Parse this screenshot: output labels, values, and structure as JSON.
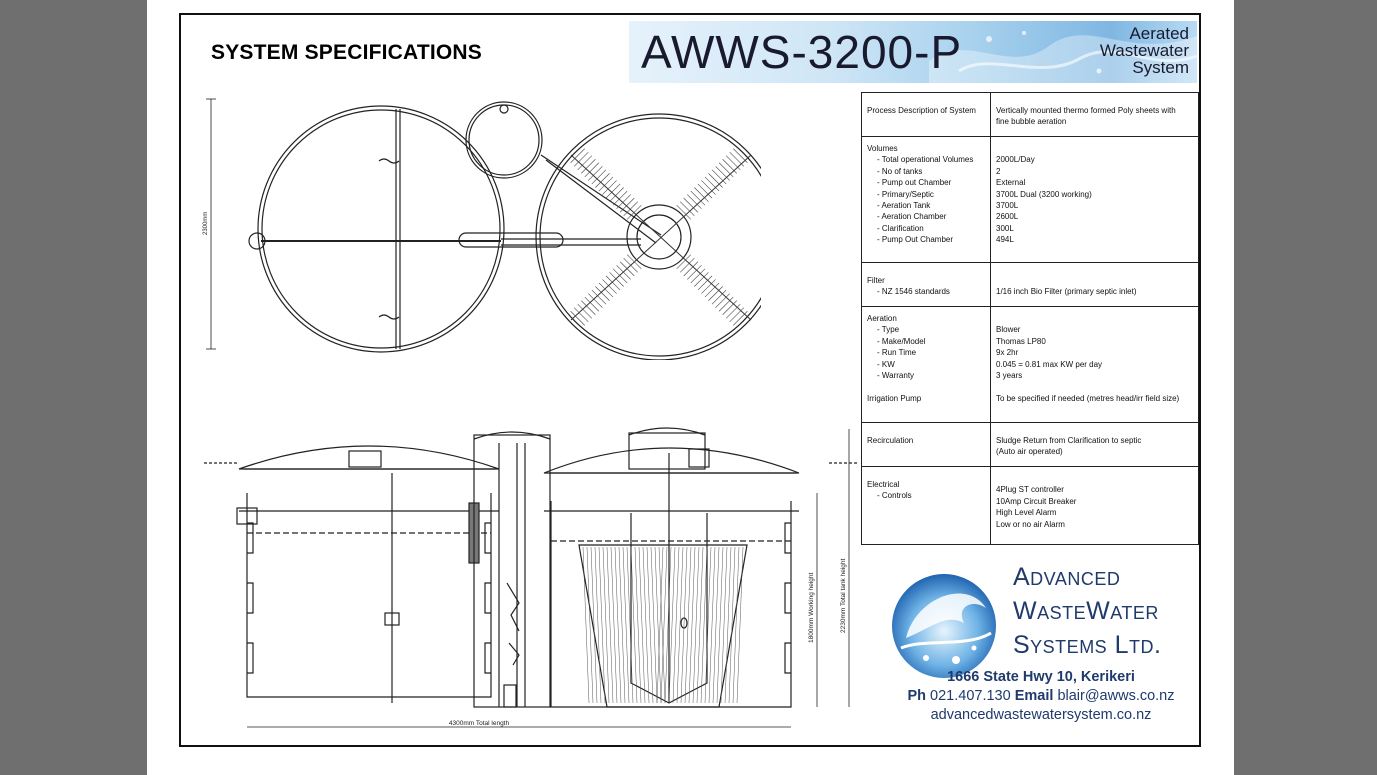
{
  "heading": "SYSTEM SPECIFICATIONS",
  "banner": {
    "model": "AWWS-3200-P",
    "subtitle_lines": [
      "Aerated",
      "Wastewater",
      "System"
    ]
  },
  "drawing": {
    "plan_dimension": "2300mm",
    "total_length": "4300mm Total length",
    "working_height": "1800mm Working height",
    "total_tank_height": "2230mm Total tank height"
  },
  "spec_table": {
    "rows": [
      {
        "label_lines": [
          "Process Description of System"
        ],
        "value_lines": [
          "Vertically mounted thermo formed Poly sheets with",
          "fine bubble aeration"
        ]
      },
      {
        "label_lines": [
          "Volumes",
          "-   Total operational Volumes",
          "-   No of tanks",
          "-   Pump out Chamber",
          "-   Primary/Septic",
          "-   Aeration Tank",
          "-   Aeration Chamber",
          "-   Clarification",
          "-   Pump Out Chamber"
        ],
        "value_lines": [
          "",
          "2000L/Day",
          "2",
          "External",
          "3700L Dual  (3200 working)",
          "3700L",
          "2600L",
          "300L",
          "494L"
        ]
      },
      {
        "label_lines": [
          "Filter",
          "-   NZ 1546 standards"
        ],
        "value_lines": [
          "",
          "1/16 inch Bio Filter (primary septic inlet)"
        ]
      },
      {
        "label_lines": [
          "Aeration",
          "-   Type",
          "-   Make/Model",
          "-   Run Time",
          "-   KW",
          "-   Warranty",
          "",
          "Irrigation Pump"
        ],
        "value_lines": [
          "",
          "Blower",
          "Thomas LP80",
          "9x 2hr",
          "0.045 = 0.81 max KW per day",
          "3 years",
          "",
          "To be specified if needed (metres head/irr field size)"
        ]
      },
      {
        "label_lines": [
          "Recirculation"
        ],
        "value_lines": [
          "Sludge Return from Clarification to septic",
          "(Auto air operated)"
        ]
      },
      {
        "label_lines": [
          "Electrical",
          "-   Controls"
        ],
        "value_lines": [
          "",
          "4Plug ST controller",
          "10Amp Circuit Breaker",
          "High Level Alarm",
          "Low or no air Alarm"
        ]
      }
    ]
  },
  "company": {
    "name_lines": [
      "Advanced",
      "WasteWater",
      "Systems Ltd."
    ],
    "address": "1666 State Hwy 10, Kerikeri",
    "phone_label": "Ph",
    "phone": "021.407.130",
    "email_label": "Email",
    "email": "blair@awws.co.nz",
    "website": "advancedwastewatersystem.co.nz"
  },
  "colors": {
    "brand_blue": "#1f3a6b",
    "frame": "#111111"
  }
}
